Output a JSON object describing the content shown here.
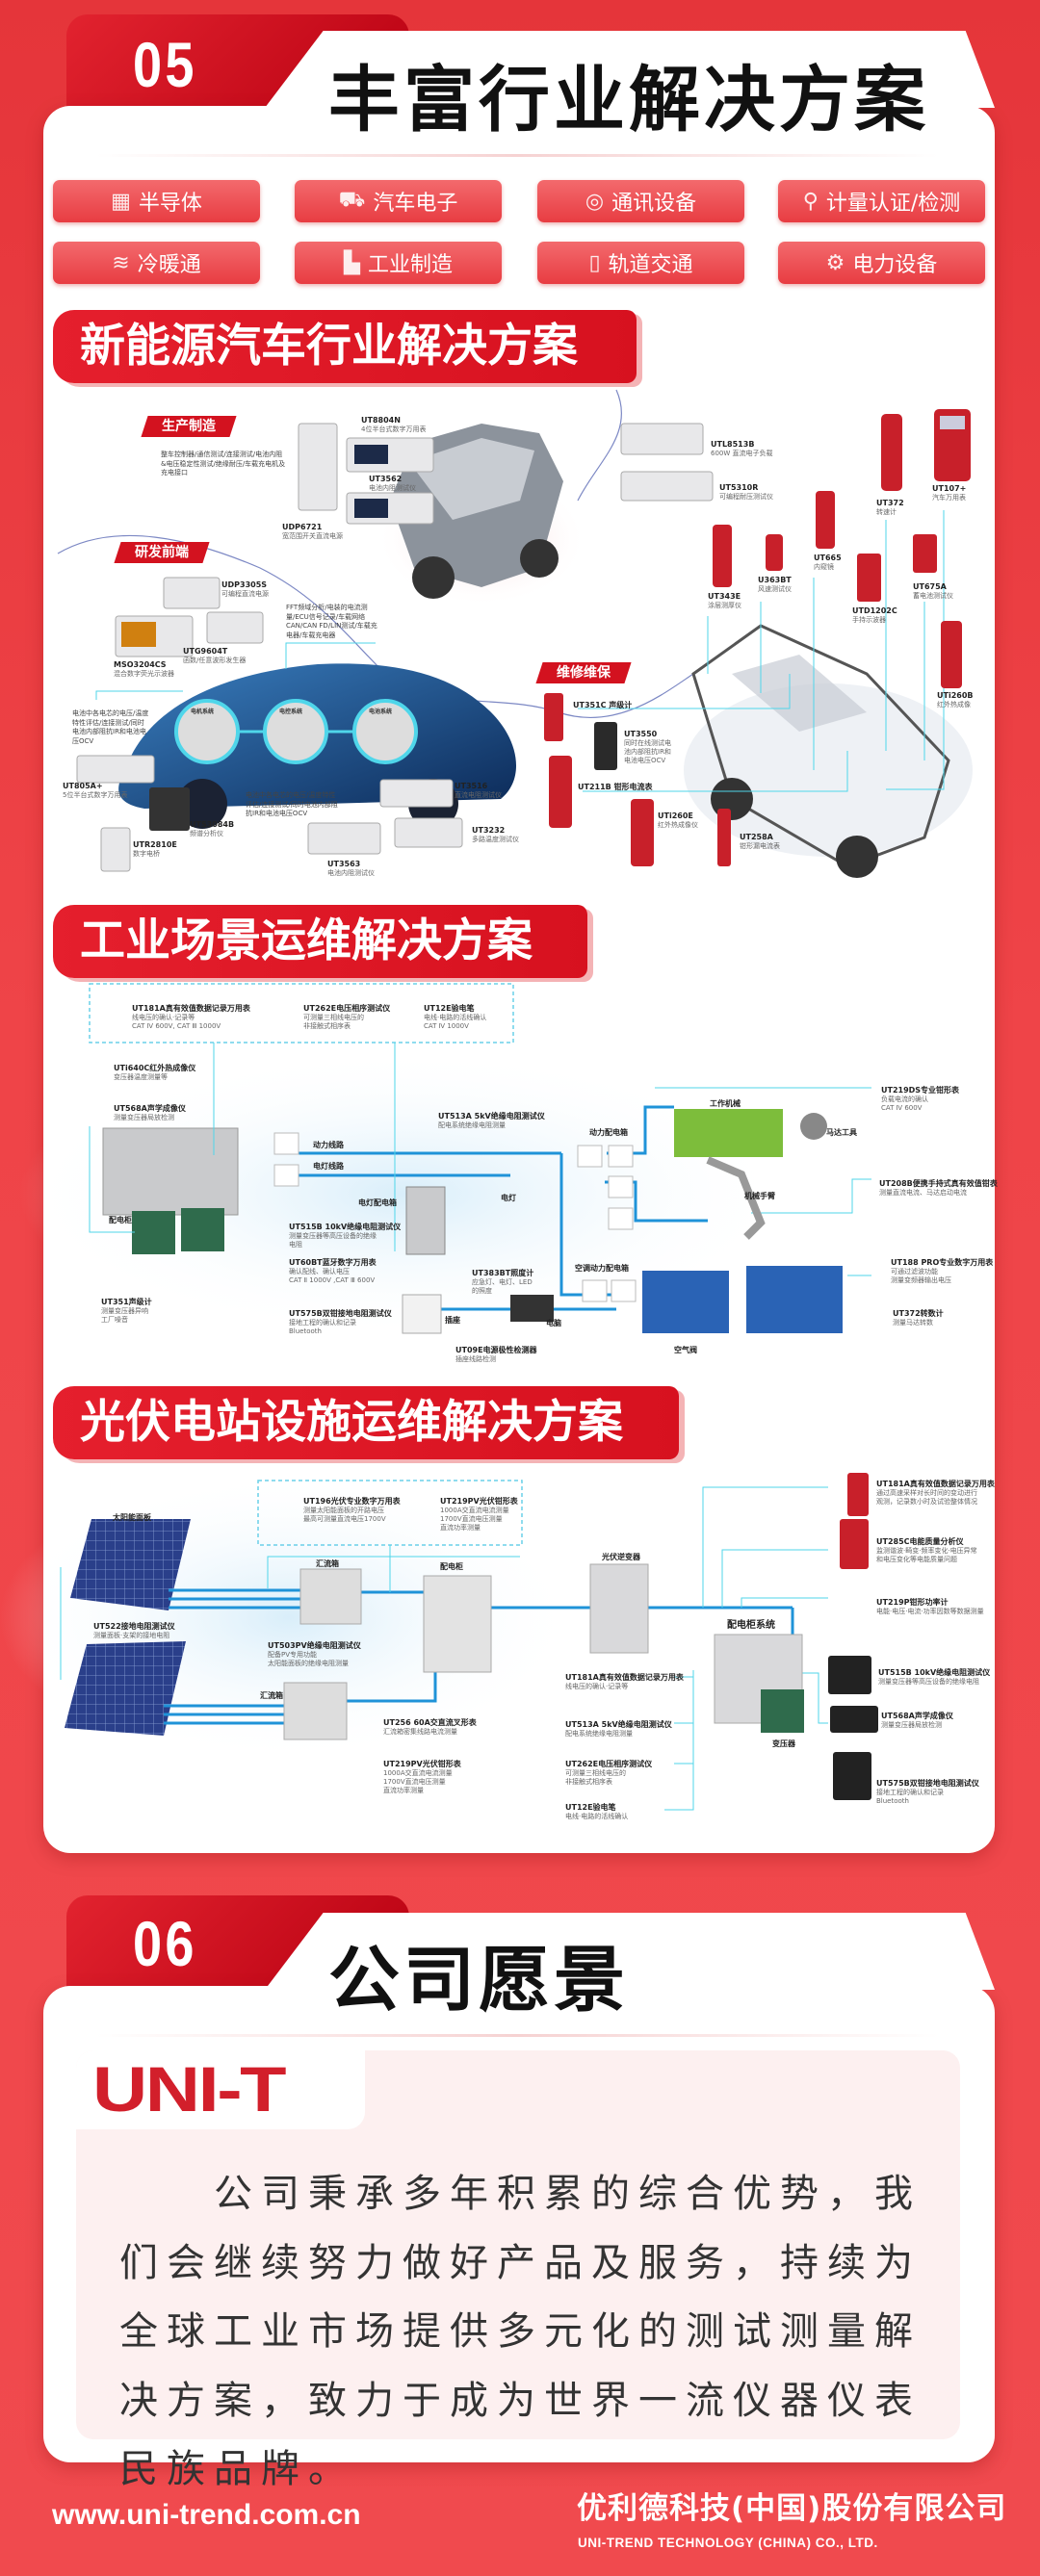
{
  "section05": {
    "number": "05",
    "title": "丰富行业解决方案",
    "categories": [
      {
        "label": "半导体",
        "icon": "chip-icon"
      },
      {
        "label": "汽车电子",
        "icon": "car-icon"
      },
      {
        "label": "通讯设备",
        "icon": "antenna-icon"
      },
      {
        "label": "计量认证/检测",
        "icon": "microscope-icon"
      },
      {
        "label": "冷暖通",
        "icon": "heating-icon"
      },
      {
        "label": "工业制造",
        "icon": "factory-icon"
      },
      {
        "label": "轨道交通",
        "icon": "train-icon"
      },
      {
        "label": "电力设备",
        "icon": "gear-icon"
      }
    ],
    "ev": {
      "title": "新能源汽车行业解决方案",
      "tags": [
        "生产制造",
        "研发前端",
        "维修维保"
      ],
      "subsystems": [
        "电机系统",
        "电控系统",
        "电池系统"
      ],
      "texts": [
        "整车控制器/通信测试/连接测试/电池内阻&电压稳定性测试/绝缘耐压/车载充电机及充电接口",
        "FFT频域分析/电装的电流测量/ECU信号记录/车载网络CAN/CAN FD/LIN测试/车载充电器/车载充电器",
        "电池中各电芯的电压/温度特性评估/连接测试/同时电池内部阻抗IR和电池电压OCV",
        "电池中各电芯的电压/温度特性评估/连接测试/同时电池内部阻抗IR和电池电压OCV"
      ],
      "products": [
        {
          "model": "UT8804N",
          "desc": [
            "4位半台式数字万用表"
          ]
        },
        {
          "model": "UT3562",
          "desc": [
            "电池内阻测试仪"
          ]
        },
        {
          "model": "UDP6721",
          "desc": [
            "宽范围开关直流电源"
          ]
        },
        {
          "model": "UDP3305S",
          "desc": [
            "可编程直流电源"
          ]
        },
        {
          "model": "UTG9604T",
          "desc": [
            "函数/任意波形发生器"
          ]
        },
        {
          "model": "MSO3204CS",
          "desc": [
            "混合数字荧光示波器"
          ]
        },
        {
          "model": "UT805A+",
          "desc": [
            "5位半台式数字万用表"
          ]
        },
        {
          "model": "UTS3084B",
          "desc": [
            "频谱分析仪"
          ]
        },
        {
          "model": "UTR2810E",
          "desc": [
            "数字电桥"
          ]
        },
        {
          "model": "UT3516",
          "desc": [
            "直流电阻测试仪"
          ]
        },
        {
          "model": "UT3232",
          "desc": [
            "多路温度测试仪"
          ]
        },
        {
          "model": "UT3563",
          "desc": [
            "电池内阻测试仪"
          ]
        },
        {
          "model": "UTL8513B",
          "desc": [
            "600W 直流电子负载"
          ]
        },
        {
          "model": "UT5310R",
          "desc": [
            "可编程耐压测试仪"
          ]
        },
        {
          "model": "UT343E",
          "desc": [
            "涂层测厚仪"
          ]
        },
        {
          "model": "U363BT",
          "desc": [
            "风速测试仪"
          ]
        },
        {
          "model": "UT665",
          "desc": [
            "内窥镜"
          ]
        },
        {
          "model": "UT372",
          "desc": [
            "转速计"
          ]
        },
        {
          "model": "UT107+",
          "desc": [
            "汽车万用表"
          ]
        },
        {
          "model": "UTD1202C",
          "desc": [
            "手持示波器"
          ]
        },
        {
          "model": "UT675A",
          "desc": [
            "蓄电池测试仪"
          ]
        },
        {
          "model": "UTi260B",
          "desc": [
            "红外热成像"
          ]
        },
        {
          "model": "UT351C 声级计",
          "desc": []
        },
        {
          "model": "UT3550",
          "desc": [
            "同时在线测试电",
            "池内部阻抗IR和",
            "电池电压OCV"
          ]
        },
        {
          "model": "UT211B 钳形电流表",
          "desc": []
        },
        {
          "model": "UTi260E",
          "desc": [
            "红外热成像仪"
          ]
        },
        {
          "model": "UT258A",
          "desc": [
            "钳形漏电流表"
          ]
        }
      ]
    },
    "industrial": {
      "title": "工业场景运维解决方案",
      "places": [
        "动力线路",
        "电灯线路",
        "配电柜",
        "电灯配电箱",
        "电灯",
        "插座",
        "动力配电箱",
        "工作机械",
        "马达工具",
        "机械手臂",
        "空调动力配电箱",
        "电脑",
        "空气阀"
      ],
      "products": [
        {
          "model": "UT181A真有效值数据记录万用表",
          "desc": [
            "线电压的确认·记录等",
            "CAT Ⅳ 600V, CAT Ⅲ 1000V"
          ]
        },
        {
          "model": "UT262E电压相序测试仪",
          "desc": [
            "可测量三相线电压的",
            "非接触式相序表"
          ]
        },
        {
          "model": "UT12E验电笔",
          "desc": [
            "电线·电路的活线确认",
            "CAT Ⅳ 1000V"
          ]
        },
        {
          "model": "UTi640C红外热成像仪",
          "desc": [
            "变压器温度测量等"
          ]
        },
        {
          "model": "UT568A声学成像仪",
          "desc": [
            "测量变压器局放检测"
          ]
        },
        {
          "model": "UT513A 5kV绝缘电阻测试仪",
          "desc": [
            "配电系统绝缘电阻测量"
          ]
        },
        {
          "model": "UT515B 10kV绝缘电阻测试仪",
          "desc": [
            "测量变压器等高压设备的绝缘",
            "电阻"
          ]
        },
        {
          "model": "UT60BT蓝牙数字万用表",
          "desc": [
            "确认配线、确认电压",
            "CAT Ⅱ 1000V ,CAT Ⅲ 600V"
          ]
        },
        {
          "model": "UT351声级计",
          "desc": [
            "测量变压器异响",
            "工厂噪音"
          ]
        },
        {
          "model": "UT575B双钳接地电阻测试仪",
          "desc": [
            "接地工程的确认和记录",
            "Bluetooth"
          ]
        },
        {
          "model": "UT383BT照度计",
          "desc": [
            "应急灯、电灯、LED",
            "的照度"
          ]
        },
        {
          "model": "UT09E电源极性检测器",
          "desc": [
            "插座线路检测"
          ]
        },
        {
          "model": "UT219DS专业钳形表",
          "desc": [
            "负载电流的确认",
            "CAT Ⅳ 600V"
          ]
        },
        {
          "model": "UT208B便携手持式真有效值钳表",
          "desc": [
            "测量直流电流、马达启动电流"
          ]
        },
        {
          "model": "UT188 PRO专业数字万用表",
          "desc": [
            "可通过滤波功能",
            "测量变频器输出电压"
          ]
        },
        {
          "model": "UT372转数计",
          "desc": [
            "测量马达转数"
          ]
        }
      ]
    },
    "pv": {
      "title": "光伏电站设施运维解决方案",
      "places": [
        "太阳能面板",
        "汇流箱",
        "配电柜",
        "汇流箱",
        "光伏逆变器",
        "配电柜系统",
        "变压器"
      ],
      "products": [
        {
          "model": "UT196光伏专业数字万用表",
          "desc": [
            "测量太阳能面板的开路电压",
            "最高可测量直流电压1700V"
          ]
        },
        {
          "model": "UT219PV光伏钳形表",
          "desc": [
            "1000A交直流电流测量",
            "1700V直流电压测量",
            "直流功率测量"
          ]
        },
        {
          "model": "UT522接地电阻测试仪",
          "desc": [
            "测量面板·支架的接地电阻"
          ]
        },
        {
          "model": "UT503PV绝缘电阻测试仪",
          "desc": [
            "配备PV专用功能",
            "太阳能面板的绝缘电阻测量"
          ]
        },
        {
          "model": "UT256 60A交直流叉形表",
          "desc": [
            "汇流箱密集线路电流测量"
          ]
        },
        {
          "model": "UT219PV光伏钳形表",
          "desc": [
            "1000A交直流电流测量",
            "1700V直流电压测量",
            "直流功率测量"
          ]
        },
        {
          "model": "UT181A真有效值数据记录万用表",
          "desc": [
            "通过高速采样对长时间的变动进行",
            "观测，记录数小时及试验整体情况"
          ]
        },
        {
          "model": "UT285C电能质量分析仪",
          "desc": [
            "监测谐波·畸变·频率变化·电压异常",
            "和电压变化等电能质量问题"
          ]
        },
        {
          "model": "UT219P钳形功率计",
          "desc": [
            "电能·电压·电流·功率因数等数据测量"
          ]
        },
        {
          "model": "UT515B 10kV绝缘电阻测试仪",
          "desc": [
            "测量变压器等高压设备的绝缘电阻"
          ]
        },
        {
          "model": "UT568A声学成像仪",
          "desc": [
            "测量变压器局放检测"
          ]
        },
        {
          "model": "UT575B双钳接地电阻测试仪",
          "desc": [
            "接地工程的确认和记录",
            "Bluetooth"
          ]
        },
        {
          "model": "UT181A真有效值数据记录万用表",
          "desc": [
            "线电压的确认·记录等"
          ]
        },
        {
          "model": "UT513A 5kV绝缘电阻测试仪",
          "desc": [
            "配电系统绝缘电阻测量"
          ]
        },
        {
          "model": "UT262E电压相序测试仪",
          "desc": [
            "可测量三相线电压的",
            "非接触式相序表"
          ]
        },
        {
          "model": "UT12E验电笔",
          "desc": [
            "电线·电路的活线确认"
          ]
        }
      ]
    }
  },
  "section06": {
    "number": "06",
    "title": "公司愿景",
    "logo_text": "UNI-T",
    "paragraph": "公司秉承多年积累的综合优势，我们会继续努力做好产品及服务，持续为全球工业市场提供多元化的测试测量解决方案，致力于成为世界一流仪器仪表民族品牌。"
  },
  "footer": {
    "url": "www.uni-trend.com.cn",
    "company_cn": "优利德科技(中国)股份有限公司",
    "company_en": "UNI-TREND TECHNOLOGY (CHINA) CO., LTD."
  },
  "colors": {
    "brand_red": "#d21f2b",
    "line_blue": "#29a9e0",
    "accent_cyan": "#4fd6ea"
  }
}
